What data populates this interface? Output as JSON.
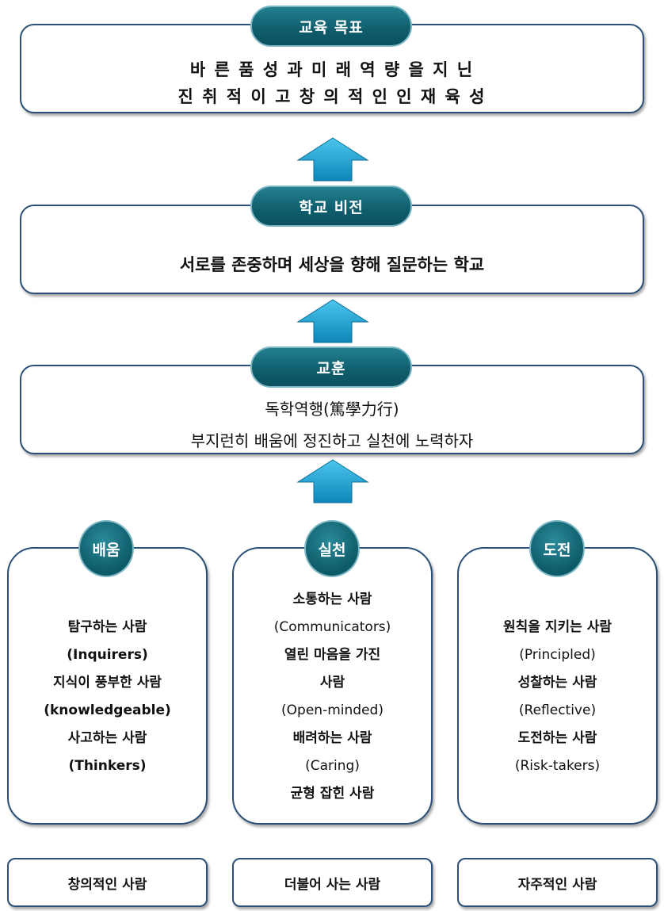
{
  "goal": {
    "title": "교육 목표",
    "line1": "바 른  품 성 과  미 래  역 량 을  지 닌",
    "line2": "진 취 적 이 고  창 의 적 인  인 재  육 성"
  },
  "vision": {
    "title": "학교 비전",
    "line1": "서로를 존중하며 세상을 향해 질문하는 학교"
  },
  "motto": {
    "title": "교훈",
    "line1": "독학역행(篤學力行)",
    "line2": "부지런히 배움에 정진하고 실천에 노력하자"
  },
  "columns": [
    {
      "title": "배움",
      "items": [
        "탐구하는 사람",
        "(Inquirers)",
        "지식이 풍부한 사람",
        "(knowledgeable)",
        "사고하는 사람",
        "(Thinkers)"
      ],
      "footer": "창의적인 사람"
    },
    {
      "title": "실천",
      "items": [
        "소통하는 사람",
        "(Communicators)",
        "열린 마음을 가진",
        "사람",
        "(Open-minded)",
        "배려하는 사람",
        "(Caring)",
        "균형 잡힌 사람"
      ],
      "footer": "더불어 사는 사람"
    },
    {
      "title": "도전",
      "items": [
        "원칙을 지키는 사람",
        "(Principled)",
        "성찰하는 사람",
        "(Reflective)",
        "도전하는 사람",
        "(Risk-takers)"
      ],
      "footer": "자주적인 사람"
    }
  ],
  "colors": {
    "border": "#2a4f78",
    "pill": "#0f5d6c",
    "arrow": "#1aa6d8"
  }
}
